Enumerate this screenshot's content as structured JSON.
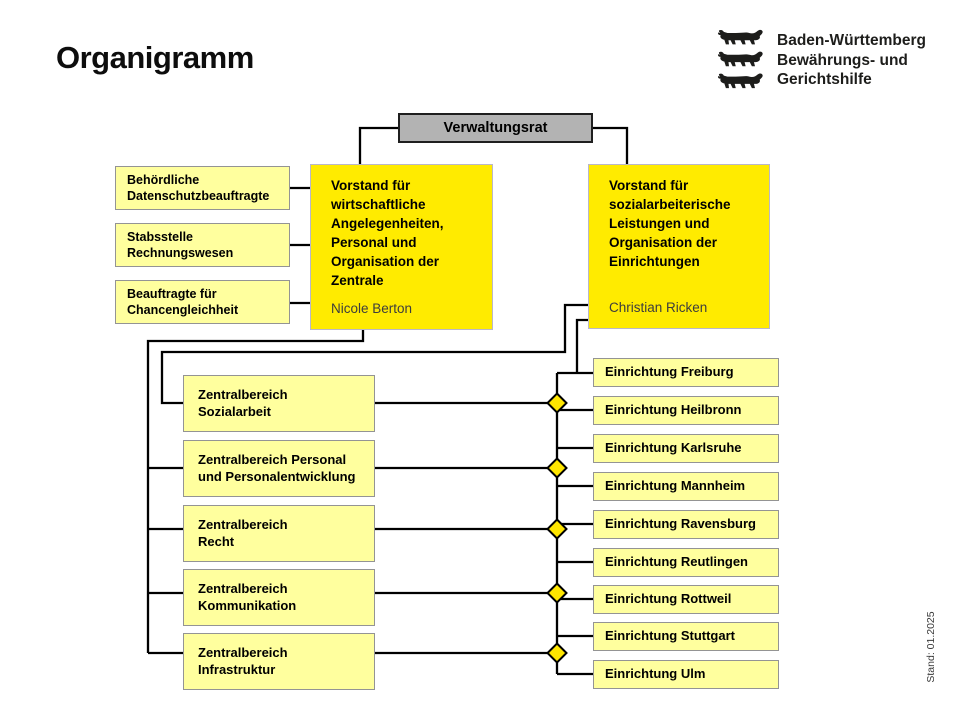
{
  "page": {
    "title": "Organigramm",
    "stand": "Stand: 01.2025"
  },
  "logo": {
    "symbol": "baden-wuerttemberg-three-lions",
    "org_name": "Baden-Württemberg\nBewährungs- und\nGerichtshilfe"
  },
  "colors": {
    "bright_yellow": "#ffeb00",
    "light_yellow": "#ffff9e",
    "diamond_yellow": "#ffe600",
    "board_gray": "#b3b3b3",
    "line_black": "#000000"
  },
  "chart": {
    "board": {
      "label": "Verwaltungsrat"
    },
    "staff_units": [
      {
        "label": "Behördliche\nDatenschutzbeauftragte"
      },
      {
        "label": "Stabsstelle\nRechnungswesen"
      },
      {
        "label": "Beauftragte für\nChancengleichheit"
      }
    ],
    "executives": [
      {
        "title": "Vorstand für\nwirtschaftliche\nAngelegenheiten,\nPersonal und\nOrganisation der\nZentrale",
        "name": "Nicole Berton"
      },
      {
        "title": "Vorstand für\nsozialarbeiterische\nLeistungen und\nOrganisation der\nEinrichtungen",
        "name": "Christian Ricken"
      }
    ],
    "central_departments": [
      {
        "label": "Zentralbereich\nSozialarbeit"
      },
      {
        "label": "Zentralbereich Personal\nund Personalentwicklung"
      },
      {
        "label": "Zentralbereich\nRecht"
      },
      {
        "label": "Zentralbereich\nKommunikation"
      },
      {
        "label": "Zentralbereich\nInfrastruktur"
      }
    ],
    "facilities": [
      {
        "label": "Einrichtung Freiburg"
      },
      {
        "label": "Einrichtung Heilbronn"
      },
      {
        "label": "Einrichtung Karlsruhe"
      },
      {
        "label": "Einrichtung Mannheim"
      },
      {
        "label": "Einrichtung Ravensburg"
      },
      {
        "label": "Einrichtung Reutlingen"
      },
      {
        "label": "Einrichtung Rottweil"
      },
      {
        "label": "Einrichtung Stuttgart"
      },
      {
        "label": "Einrichtung Ulm"
      }
    ]
  }
}
